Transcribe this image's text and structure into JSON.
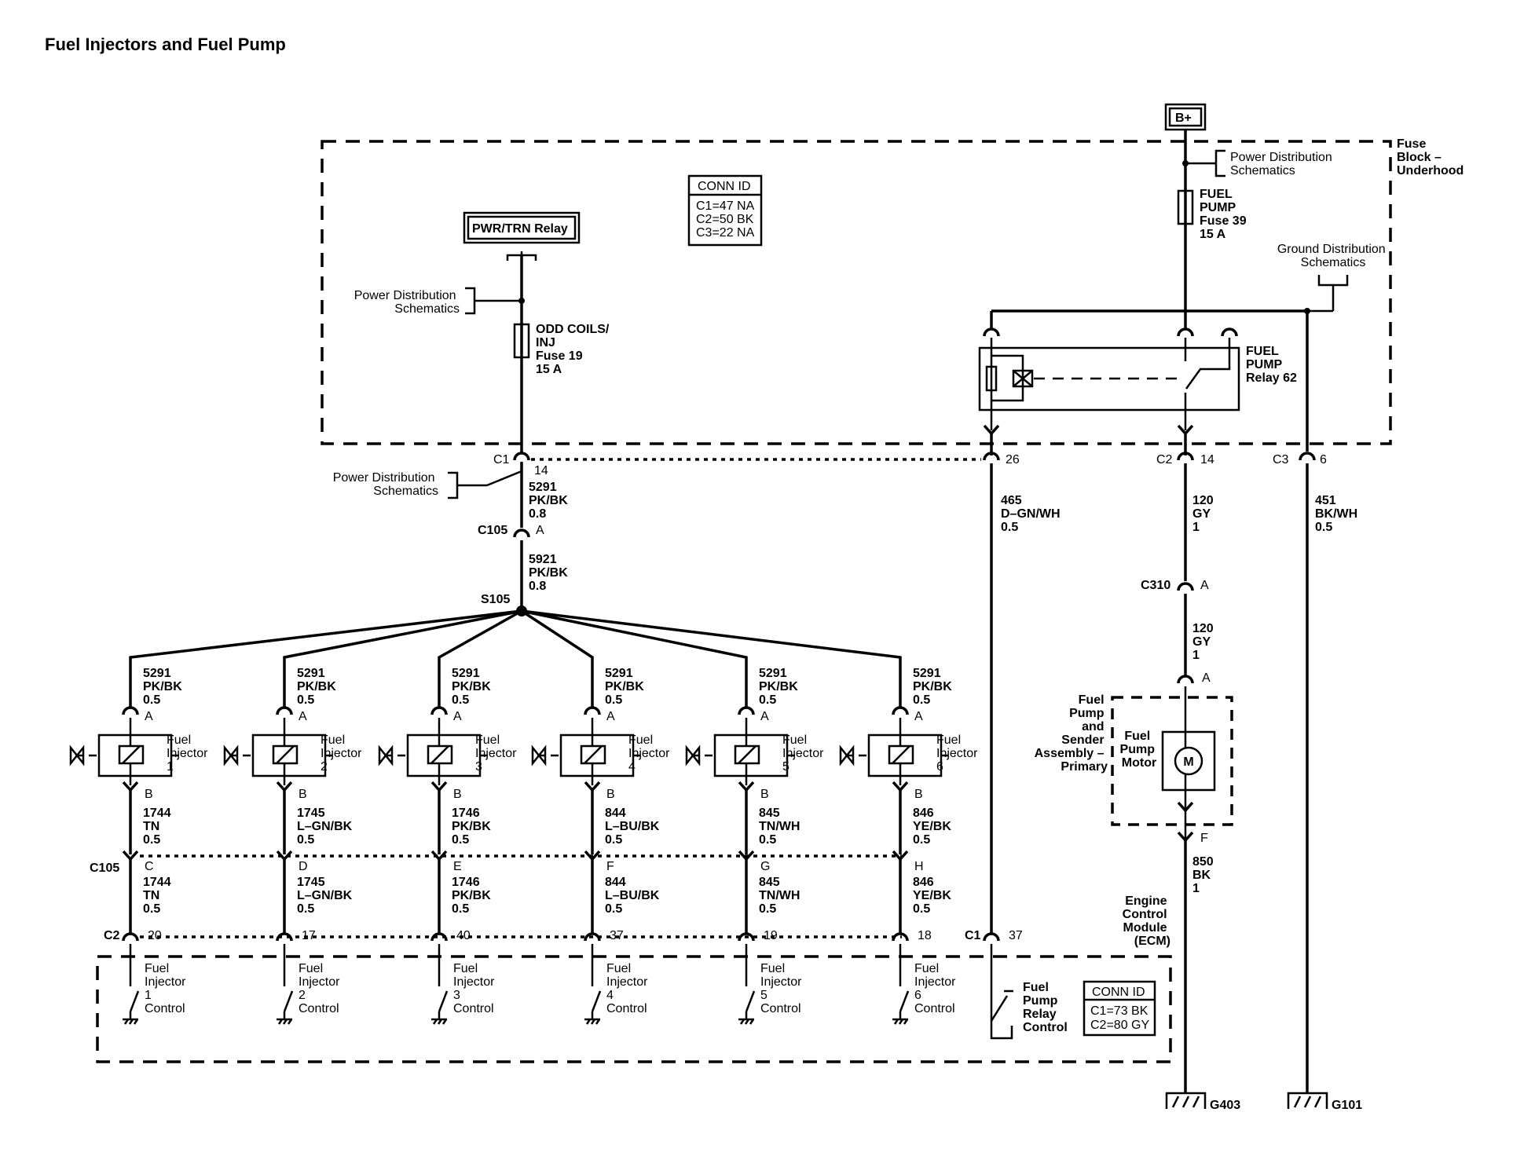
{
  "title": "Fuel Injectors and Fuel Pump",
  "battery": "B+",
  "fuse_block": {
    "lines": [
      "Fuse",
      "Block –",
      "Underhood"
    ]
  },
  "conn_id_fuse": {
    "header": "CONN ID",
    "lines": [
      "C1=47 NA",
      "C2=50 BK",
      "C3=22 NA"
    ]
  },
  "conn_id_ecm": {
    "header": "CONN ID",
    "lines": [
      "C1=73 BK",
      "C2=80 GY"
    ]
  },
  "pwr_trn_relay": "PWR/TRN Relay",
  "refs": {
    "power_dist_1": [
      "Power Distribution",
      "Schematics"
    ],
    "power_dist_2": [
      "Power Distribution",
      "Schematics"
    ],
    "power_dist_3": [
      "Power Distribution",
      "Schematics"
    ],
    "ground_dist": [
      "Ground Distribution",
      "Schematics"
    ]
  },
  "fuse_odd": [
    "ODD COILS/",
    "INJ",
    "Fuse 19",
    "15 A"
  ],
  "fuse_pump": [
    "FUEL",
    "PUMP",
    "Fuse 39",
    "15 A"
  ],
  "relay_pump": [
    "FUEL",
    "PUMP",
    "Relay 62"
  ],
  "connectors": {
    "c1": "C1",
    "c1_pin14": "14",
    "c1_pin26": "26",
    "c1_pin37": "37",
    "c2": "C2",
    "c2_pin14": "14",
    "c3": "C3",
    "c3_pin6": "6",
    "c105": "C105",
    "c105_a": "A",
    "c310": "C310",
    "c310_a": "A",
    "s105": "S105",
    "pump_a": "A",
    "pump_f": "F"
  },
  "wires": {
    "w5291_top": [
      "5291",
      "PK/BK",
      "0.8"
    ],
    "w5921": [
      "5921",
      "PK/BK",
      "0.8"
    ],
    "w465": [
      "465",
      "D–GN/WH",
      "0.5"
    ],
    "w120_top": [
      "120",
      "GY",
      "1"
    ],
    "w120_bot": [
      "120",
      "GY",
      "1"
    ],
    "w451": [
      "451",
      "BK/WH",
      "0.5"
    ],
    "w850": [
      "850",
      "BK",
      "1"
    ]
  },
  "injectors": [
    {
      "name": [
        "Fuel",
        "Injector",
        "1"
      ],
      "supply": [
        "5291",
        "PK/BK",
        "0.5"
      ],
      "out": [
        "1744",
        "TN",
        "0.5"
      ],
      "c105_pin": "C",
      "c2_pin": "20",
      "ctrl": [
        "Fuel",
        "Injector",
        "1",
        "Control"
      ]
    },
    {
      "name": [
        "Fuel",
        "Injector",
        "2"
      ],
      "supply": [
        "5291",
        "PK/BK",
        "0.5"
      ],
      "out": [
        "1745",
        "L–GN/BK",
        "0.5"
      ],
      "c105_pin": "D",
      "c2_pin": "17",
      "ctrl": [
        "Fuel",
        "Injector",
        "2",
        "Control"
      ]
    },
    {
      "name": [
        "Fuel",
        "Injector",
        "3"
      ],
      "supply": [
        "5291",
        "PK/BK",
        "0.5"
      ],
      "out": [
        "1746",
        "PK/BK",
        "0.5"
      ],
      "c105_pin": "E",
      "c2_pin": "40",
      "ctrl": [
        "Fuel",
        "Injector",
        "3",
        "Control"
      ]
    },
    {
      "name": [
        "Fuel",
        "Injector",
        "4"
      ],
      "supply": [
        "5291",
        "PK/BK",
        "0.5"
      ],
      "out": [
        "844",
        "L–BU/BK",
        "0.5"
      ],
      "c105_pin": "F",
      "c2_pin": "37",
      "ctrl": [
        "Fuel",
        "Injector",
        "4",
        "Control"
      ]
    },
    {
      "name": [
        "Fuel",
        "Injector",
        "5"
      ],
      "supply": [
        "5291",
        "PK/BK",
        "0.5"
      ],
      "out": [
        "845",
        "TN/WH",
        "0.5"
      ],
      "c105_pin": "G",
      "c2_pin": "19",
      "ctrl": [
        "Fuel",
        "Injector",
        "5",
        "Control"
      ]
    },
    {
      "name": [
        "Fuel",
        "Injector",
        "6"
      ],
      "supply": [
        "5291",
        "PK/BK",
        "0.5"
      ],
      "out": [
        "846",
        "YE/BK",
        "0.5"
      ],
      "c105_pin": "H",
      "c2_pin": "18",
      "ctrl": [
        "Fuel",
        "Injector",
        "6",
        "Control"
      ]
    }
  ],
  "pin_a": "A",
  "pin_b": "B",
  "c105_label": "C105",
  "c2_label": "C2",
  "pump_assembly": [
    "Fuel",
    "Pump",
    "and",
    "Sender",
    "Assembly –",
    "Primary"
  ],
  "pump_motor": [
    "Fuel",
    "Pump",
    "Motor"
  ],
  "motor_symbol": "M",
  "ecm": [
    "Engine",
    "Control",
    "Module",
    "(ECM)"
  ],
  "relay_control": [
    "Fuel",
    "Pump",
    "Relay",
    "Control"
  ],
  "grounds": {
    "g403": "G403",
    "g101": "G101"
  }
}
